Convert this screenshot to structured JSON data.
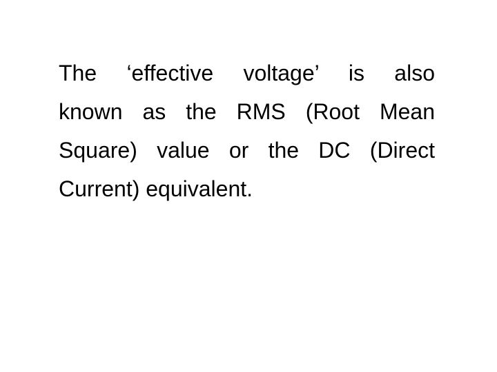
{
  "slide": {
    "lines": [
      "The ‘effective voltage’ is also",
      "known as the RMS (Root Mean",
      "Square) value or the DC (Direct",
      "Current) equivalent."
    ]
  },
  "colors": {
    "background": "#ffffff",
    "text": "#000000"
  }
}
